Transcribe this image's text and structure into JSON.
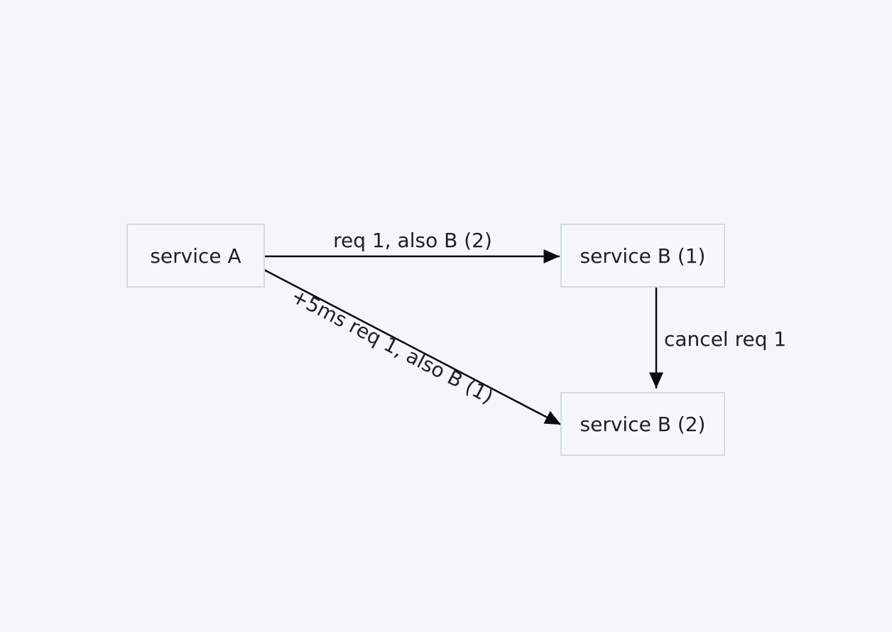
{
  "nodes": {
    "service_a": {
      "label": "service A"
    },
    "service_b1": {
      "label": "service B (1)"
    },
    "service_b2": {
      "label": "service B (2)"
    }
  },
  "edges": {
    "a_to_b1": {
      "label": "req 1, also B (2)"
    },
    "a_to_b2": {
      "label": "+5ms req 1, also B (1)"
    },
    "b1_to_b2": {
      "label": "cancel req 1"
    }
  },
  "colors": {
    "background": "#f5f6f7",
    "node_border": "#cfdde3",
    "arrow": "#0c0c10",
    "text": "#1e1f26"
  }
}
